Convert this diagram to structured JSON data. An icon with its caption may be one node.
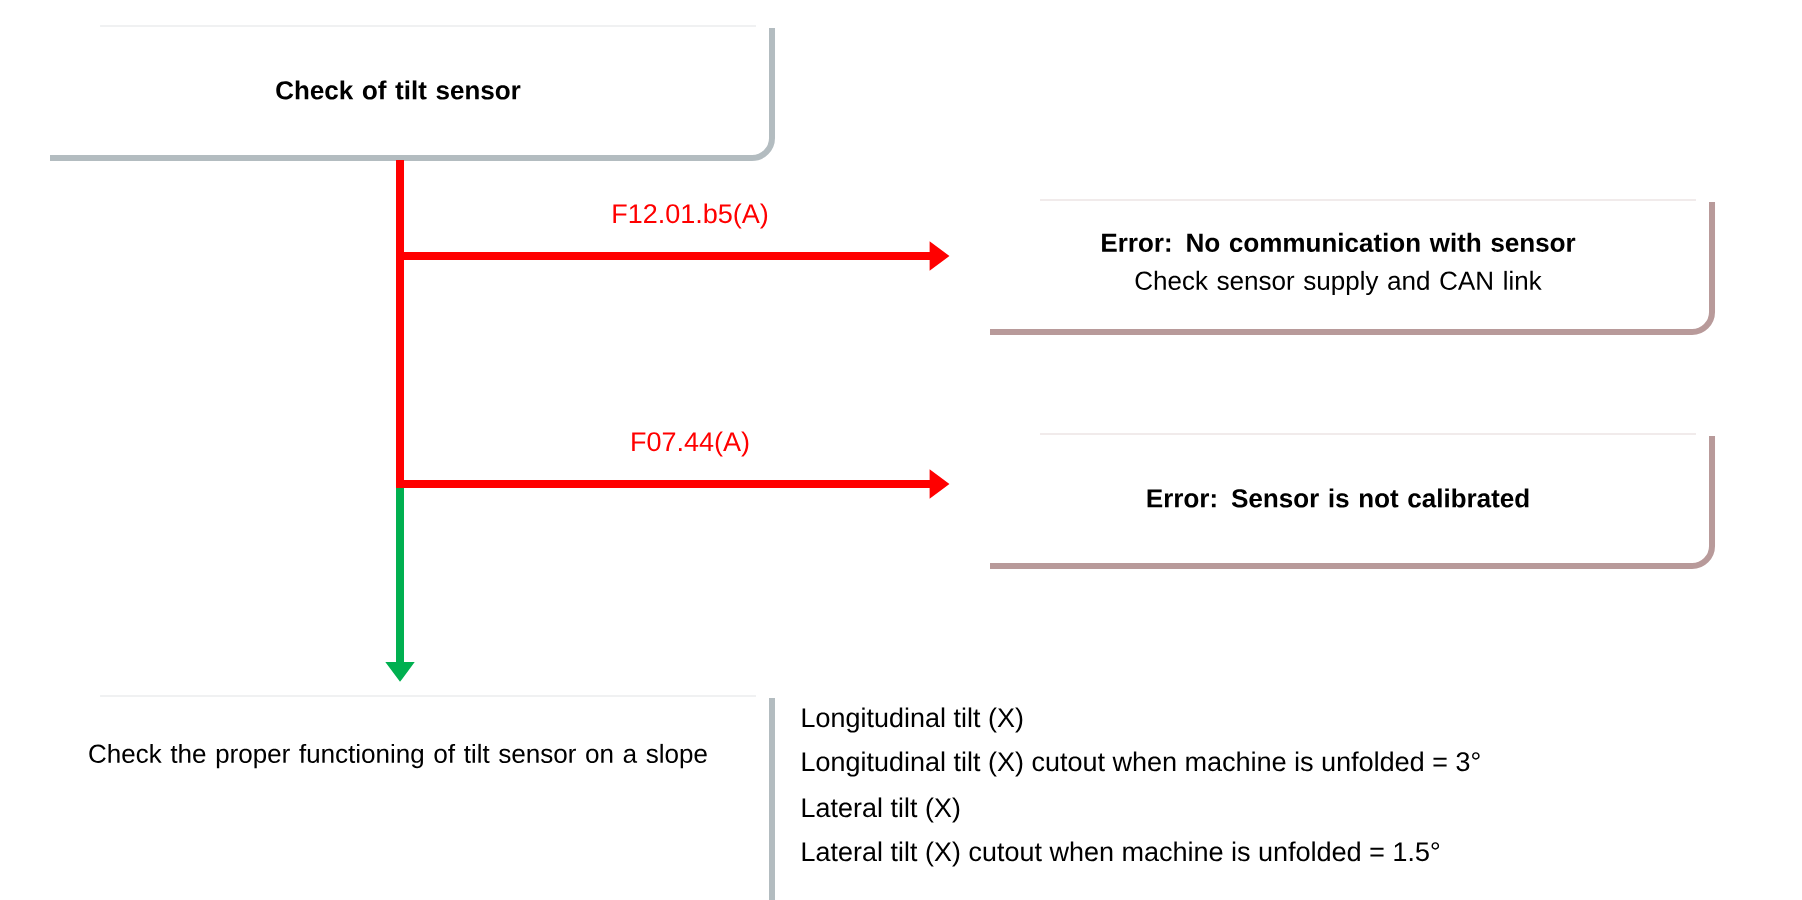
{
  "diagram": {
    "nodes": [
      {
        "text": [
          "Check of tilt sensor"
        ]
      },
      {
        "text": [
          "Error: No communication with sensor",
          "Check sensor supply and CAN link"
        ]
      },
      {
        "text": [
          "Error: Sensor is not calibrated"
        ]
      },
      {
        "text": [
          "Check the proper functioning of tilt sensor on a slope"
        ],
        "beside": [
          "Longitudinal tilt (X)",
          "Longitudinal tilt (X) cutout when machine is unfolded = 3°",
          "Lateral tilt (X)",
          "Lateral tilt (X) cutout when machine is unfolded = 1.5°"
        ]
      }
    ],
    "edges": [
      {
        "from": 0,
        "to": 1,
        "arrow": "to",
        "label": "F12.01.b5(A)"
      },
      {
        "from": 0,
        "to": 2,
        "arrow": "to",
        "label": "F07.44(A)"
      },
      {
        "from": 0,
        "to": 3,
        "arrow": "to",
        "color": "#00b050"
      }
    ]
  }
}
